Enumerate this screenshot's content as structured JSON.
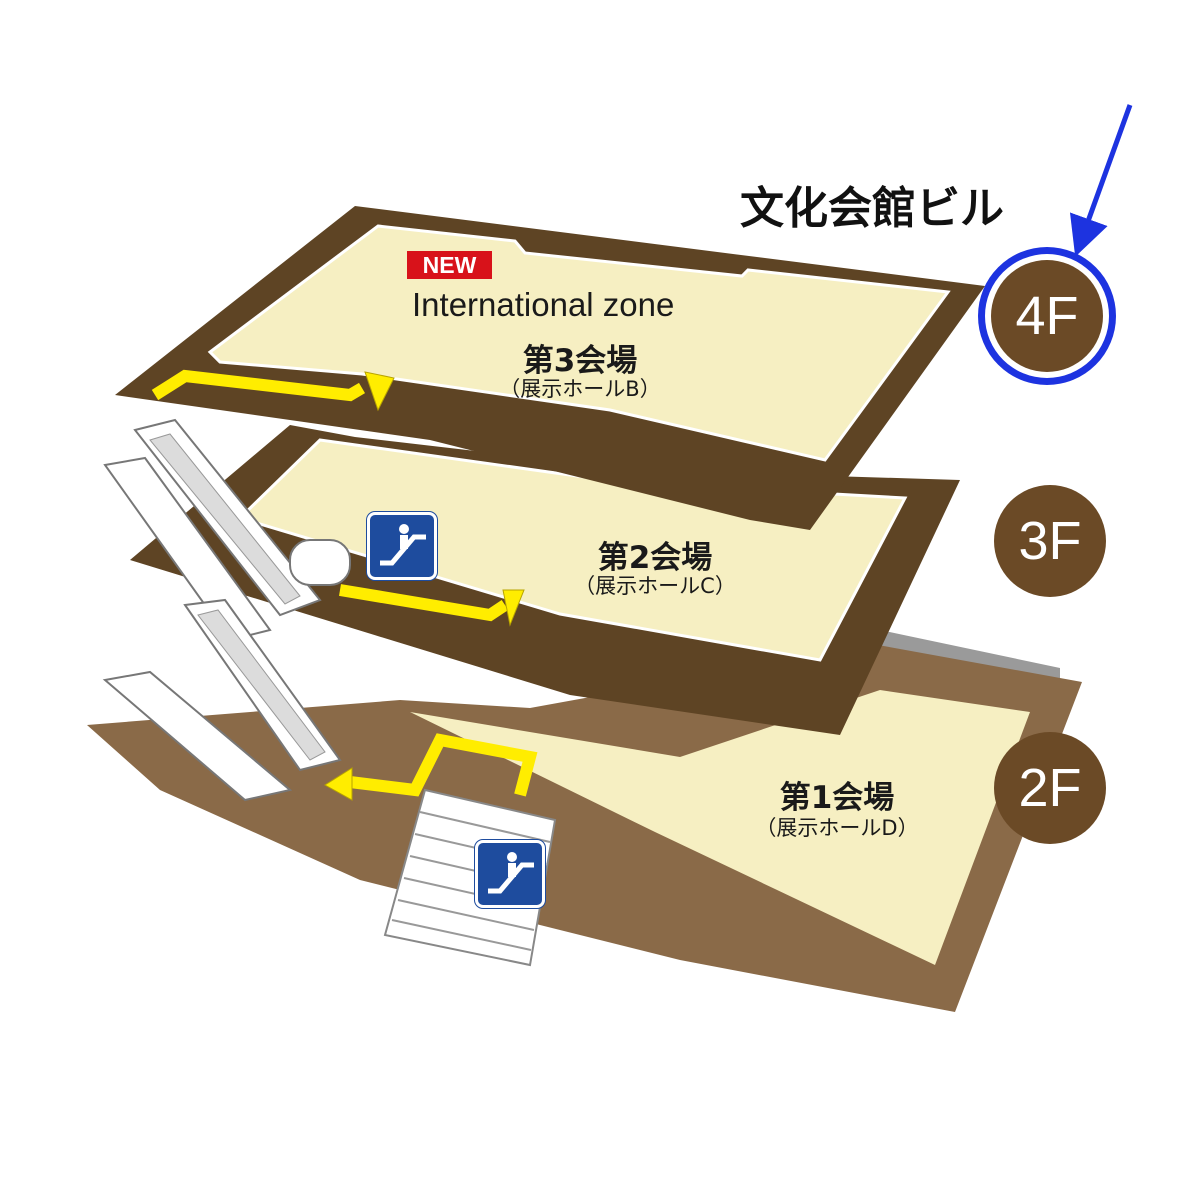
{
  "building_name": "文化会館ビル",
  "new_badge": "NEW",
  "floors": {
    "4F": {
      "label": "4F",
      "zone": "International zone",
      "hall": "第3会場",
      "hall_sub": "（展示ホールB）"
    },
    "3F": {
      "label": "3F",
      "hall": "第2会場",
      "hall_sub": "（展示ホールC）"
    },
    "2F": {
      "label": "2F",
      "hall": "第1会場",
      "hall_sub": "（展示ホールD）"
    }
  },
  "active_floor": "4F",
  "colors": {
    "floor_border": "#5e4424",
    "floor_2f_border": "#8a6a48",
    "floor_fill": "#f6efc2",
    "route_arrow": "#ffed00",
    "badge": "#6b4a26",
    "highlight_ring": "#1d33e0",
    "escalator_sign": "#1e4c9e",
    "new_badge": "#d8121a"
  },
  "icons": [
    "escalator-sign-icon",
    "escalator-icon",
    "stairs-icon",
    "route-arrow-icon",
    "pointer-arrow-icon"
  ]
}
